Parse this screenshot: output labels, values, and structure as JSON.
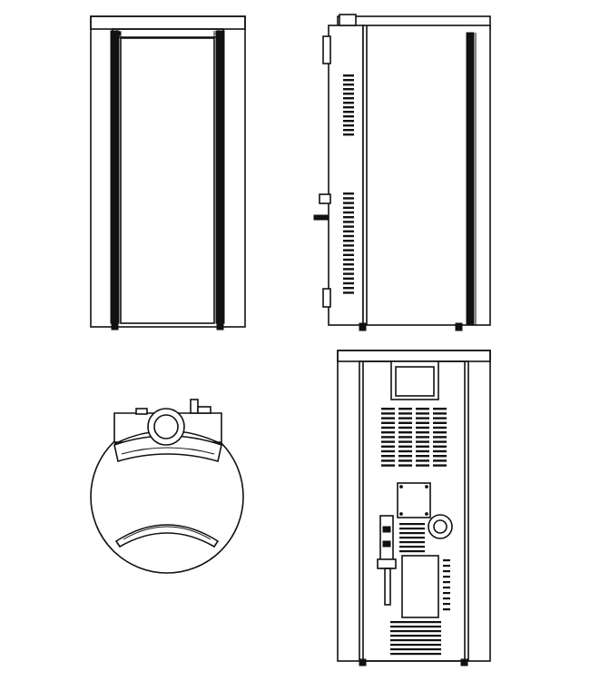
{
  "views": [
    {
      "id": "front",
      "label": ""
    },
    {
      "id": "side",
      "label": ""
    },
    {
      "id": "top",
      "label": ""
    },
    {
      "id": "rear",
      "label": ""
    }
  ],
  "colors": {
    "line": "#111111",
    "background": "#ffffff"
  }
}
